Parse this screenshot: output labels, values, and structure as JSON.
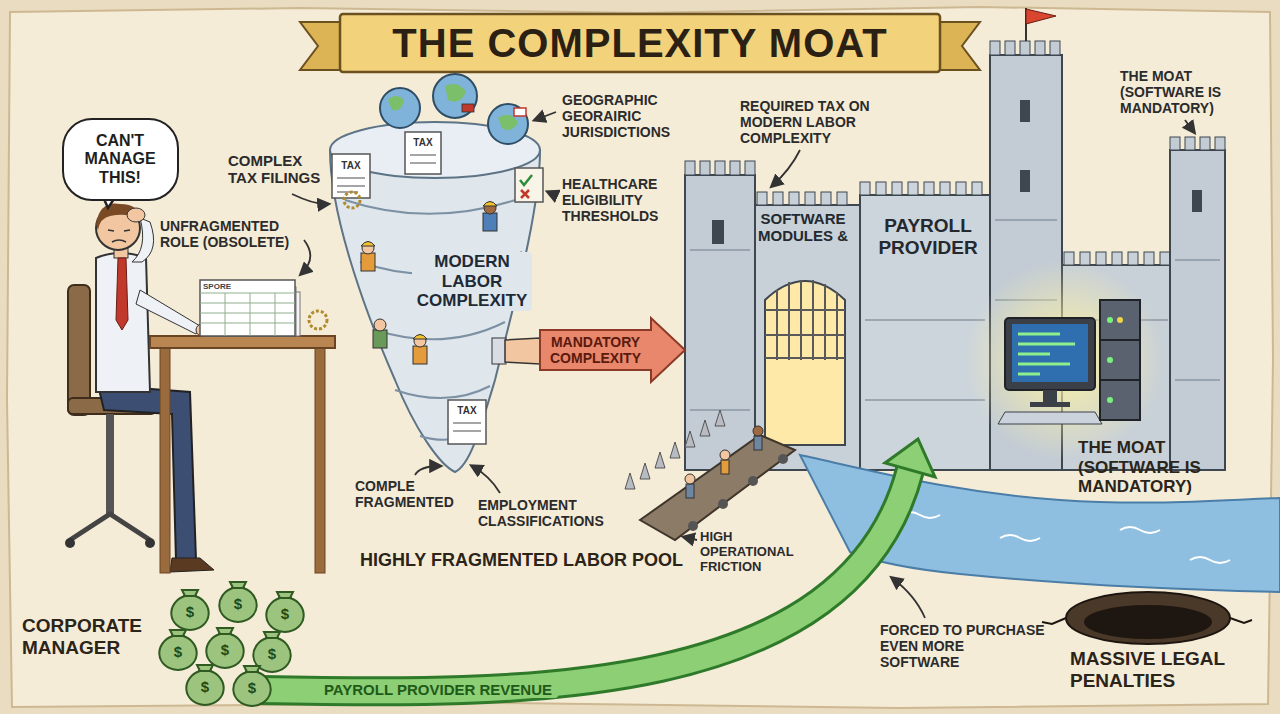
{
  "diagram": {
    "title": "THE COMPLEXITY MOAT",
    "nodes": [
      {
        "text": [
          "CAN'T MANAGE THIS!"
        ]
      },
      {
        "text": [
          "MODERN LABOR COMPLEXITY"
        ]
      },
      {
        "text": [
          "PAYROLL PROVIDER"
        ]
      },
      {
        "text": [
          "SOFTWARE MODULES &"
        ],
        "in": 2
      }
    ],
    "edges": [
      {
        "from": 1,
        "to": 2,
        "arrow": "to",
        "label": "MANDATORY COMPLEXITY"
      }
    ],
    "labels": [
      "COMPLEX TAX FILINGS",
      "UNFRAGMENTED ROLE (OBSOLETE)",
      "SPORE",
      "CORPORATE MANAGER",
      "TAX",
      "TAX",
      "TAX",
      "GEOGRAPHIC GEORAIRIC JURISDICTIONS",
      "HEALTHCARE ELIGIBILITY THRESHOLDS",
      "COMPLE FRAGMENTED",
      "EMPLOYMENT CLASSIFICATIONS",
      "HIGHLY FRAGMENTED LABOR POOL",
      "REQUIRED TAX ON MODERN LABOR COMPLEXITY",
      "THE MOAT (SOFTWARE IS MANDATORY)",
      "THE MOAT (SOFTWARE IS MANDATORY)",
      "HIGH OPERATIONAL FRICTION",
      "PAYROLL PROVIDER REVENUE",
      "FORCED TO PURCHASE EVEN MORE SOFTWARE",
      "MASSIVE LEGAL PENALTIES",
      "$",
      "$",
      "$",
      "$",
      "$",
      "$",
      "$",
      "$"
    ]
  }
}
